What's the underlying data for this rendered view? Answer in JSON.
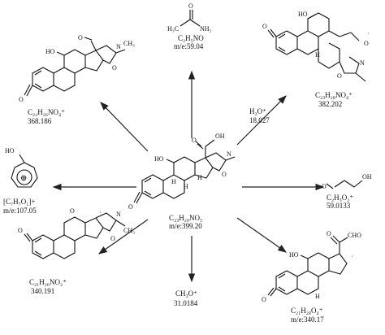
{
  "center": {
    "formula": "C₂₃H₂₉NO₅",
    "mass": "m/e:399.20"
  },
  "fragments": {
    "top_left": {
      "formula": "C₂₂H₂₆NO₄⁺",
      "mass": "368.186"
    },
    "top_middle": {
      "formula": "C₂H₅NO",
      "mass": "m/e:59.04"
    },
    "top_right": {
      "formula": "C₂₃H₂₈NO₄⁺",
      "mass": "382.202"
    },
    "left": {
      "formula": "[C₇H₇O₁]+",
      "mass": "m/e:107.05"
    },
    "right": {
      "formula": "C₂H₃O₂⁺",
      "mass": "59.0133"
    },
    "bottom_left": {
      "formula": "C₂₁H₂₆NO₂⁺",
      "mass": "340.191"
    },
    "bottom_middle": {
      "formula": "CH₃O⁺",
      "mass": "31.0184"
    },
    "bottom_right": {
      "formula": "C₂₁H₂₈O₄⁺",
      "mass": "m/e:340.17"
    }
  },
  "neutral_losses": {
    "water": {
      "formula": "H₂O⁺",
      "mass": "18.027"
    }
  },
  "atom_labels": {
    "O": "O",
    "N": "N",
    "HO": "HO",
    "OH": "OH",
    "CH3": "CH₃",
    "H": "H",
    "CHO": "CHO",
    "H3C": "H₃C",
    "NH2": "NH₂",
    "plus": "⊕",
    "dot": "·"
  }
}
